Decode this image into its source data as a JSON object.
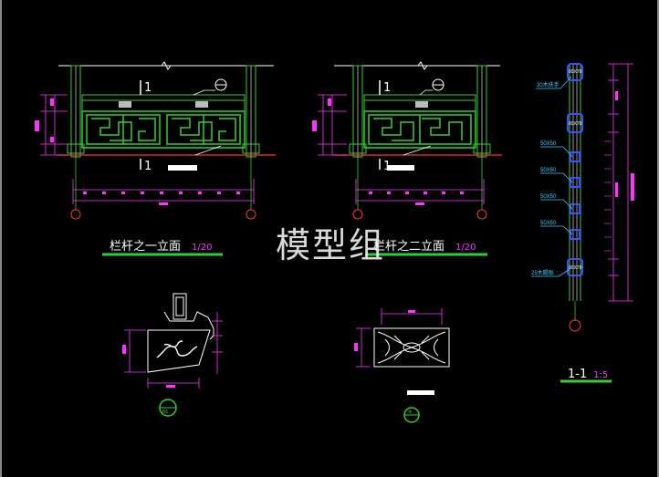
{
  "watermark": "模型组",
  "views": {
    "elev1": {
      "title": "栏杆之一立面",
      "scale": "1/20",
      "section_mark": "1",
      "bubble": "①"
    },
    "elev2": {
      "title": "栏杆之二立面",
      "scale": "1/20",
      "section_mark": "1",
      "bubble": "①"
    },
    "section": {
      "title": "1-1",
      "scale": "1:5"
    }
  },
  "section_labels": {
    "top": "30木扶手",
    "mids": [
      "50X50",
      "50X50",
      "50X50",
      "50X50"
    ],
    "bottom": "25木踢板",
    "box_labels": [
      "80X70",
      "80X70",
      "80X70"
    ]
  },
  "detail_bubbles": {
    "left": "B6",
    "center": "⑧"
  },
  "colors": {
    "bg": "#000000",
    "green": "#33cc33",
    "cyan": "#33ccff",
    "magenta": "#ff33ff",
    "red": "#ff3333",
    "blue": "#3355ff",
    "yellow": "#ffff33"
  }
}
